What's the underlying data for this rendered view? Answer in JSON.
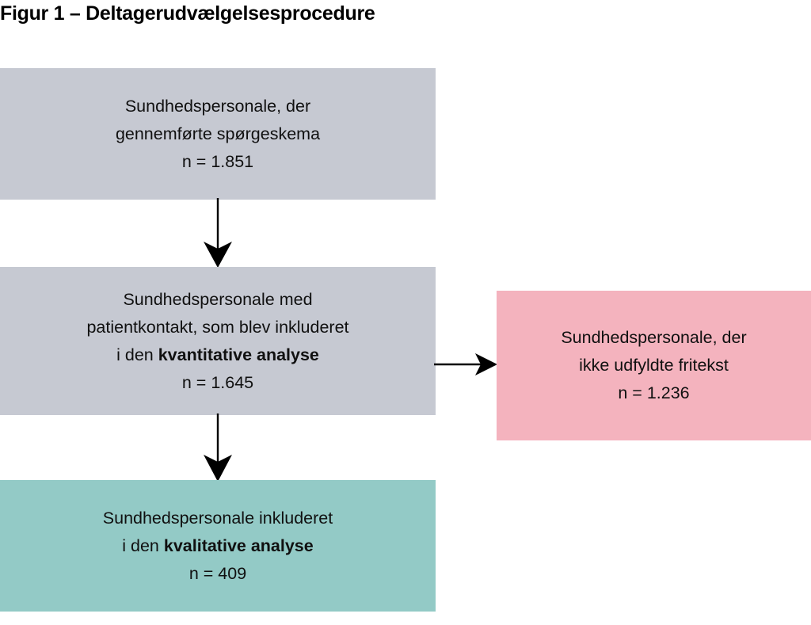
{
  "figure": {
    "title": "Figur 1 – Deltagerudvælgelsesprocedure",
    "language": "da"
  },
  "colors": {
    "box_gray": "#C6C9D2",
    "box_pink": "#F4B3BE",
    "box_green": "#93CAC6",
    "text": "#101010",
    "arrow": "#000000",
    "background": "#FFFFFF"
  },
  "nodes": {
    "questionnaire": {
      "line1": "Sundhedspersonale, der",
      "line2": "gennemførte spørgeskema",
      "line3": "n = 1.851",
      "n_label": "n",
      "n_value": "1.851",
      "fill": "#C6C9D2"
    },
    "quantitative": {
      "line1": "Sundhedspersonale med",
      "line2": "patientkontakt, som blev inkluderet",
      "line3_plain": "i den ",
      "line3_bold": "kvantitative analyse",
      "line4": "n = 1.645",
      "n_label": "n",
      "n_value": "1.645",
      "fill": "#C6C9D2"
    },
    "excluded": {
      "line1": "Sundhedspersonale, der",
      "line2": "ikke udfyldte fritekst",
      "line3": "n = 1.236",
      "n_label": "n",
      "n_value": "1.236",
      "fill": "#F4B3BE"
    },
    "qualitative": {
      "line1": "Sundhedspersonale inkluderet",
      "line2_plain": "i den ",
      "line2_bold": "kvalitative analyse",
      "line3": "n = 409",
      "n_label": "n",
      "n_value": "409",
      "fill": "#93CAC6"
    }
  },
  "arrows": [
    {
      "name": "questionnaire-to-quantitative",
      "direction": "down"
    },
    {
      "name": "quantitative-to-qualitative",
      "direction": "down"
    },
    {
      "name": "quantitative-to-excluded",
      "direction": "right"
    }
  ],
  "chart_data": {
    "type": "diagram",
    "title": "Figur 1 – Deltagerudvælgelsesprocedure",
    "flow": [
      {
        "id": "questionnaire",
        "label": "Sundhedspersonale, der gennemførte spørgeskema",
        "n": 1851
      },
      {
        "id": "quantitative",
        "label": "Sundhedspersonale med patientkontakt, som blev inkluderet i den kvantitative analyse",
        "n": 1645
      },
      {
        "id": "excluded",
        "label": "Sundhedspersonale, der ikke udfyldte fritekst",
        "n": 1236
      },
      {
        "id": "qualitative",
        "label": "Sundhedspersonale inkluderet i den kvalitative analyse",
        "n": 409
      }
    ],
    "edges": [
      {
        "from": "questionnaire",
        "to": "quantitative"
      },
      {
        "from": "quantitative",
        "to": "excluded"
      },
      {
        "from": "quantitative",
        "to": "qualitative"
      }
    ]
  }
}
